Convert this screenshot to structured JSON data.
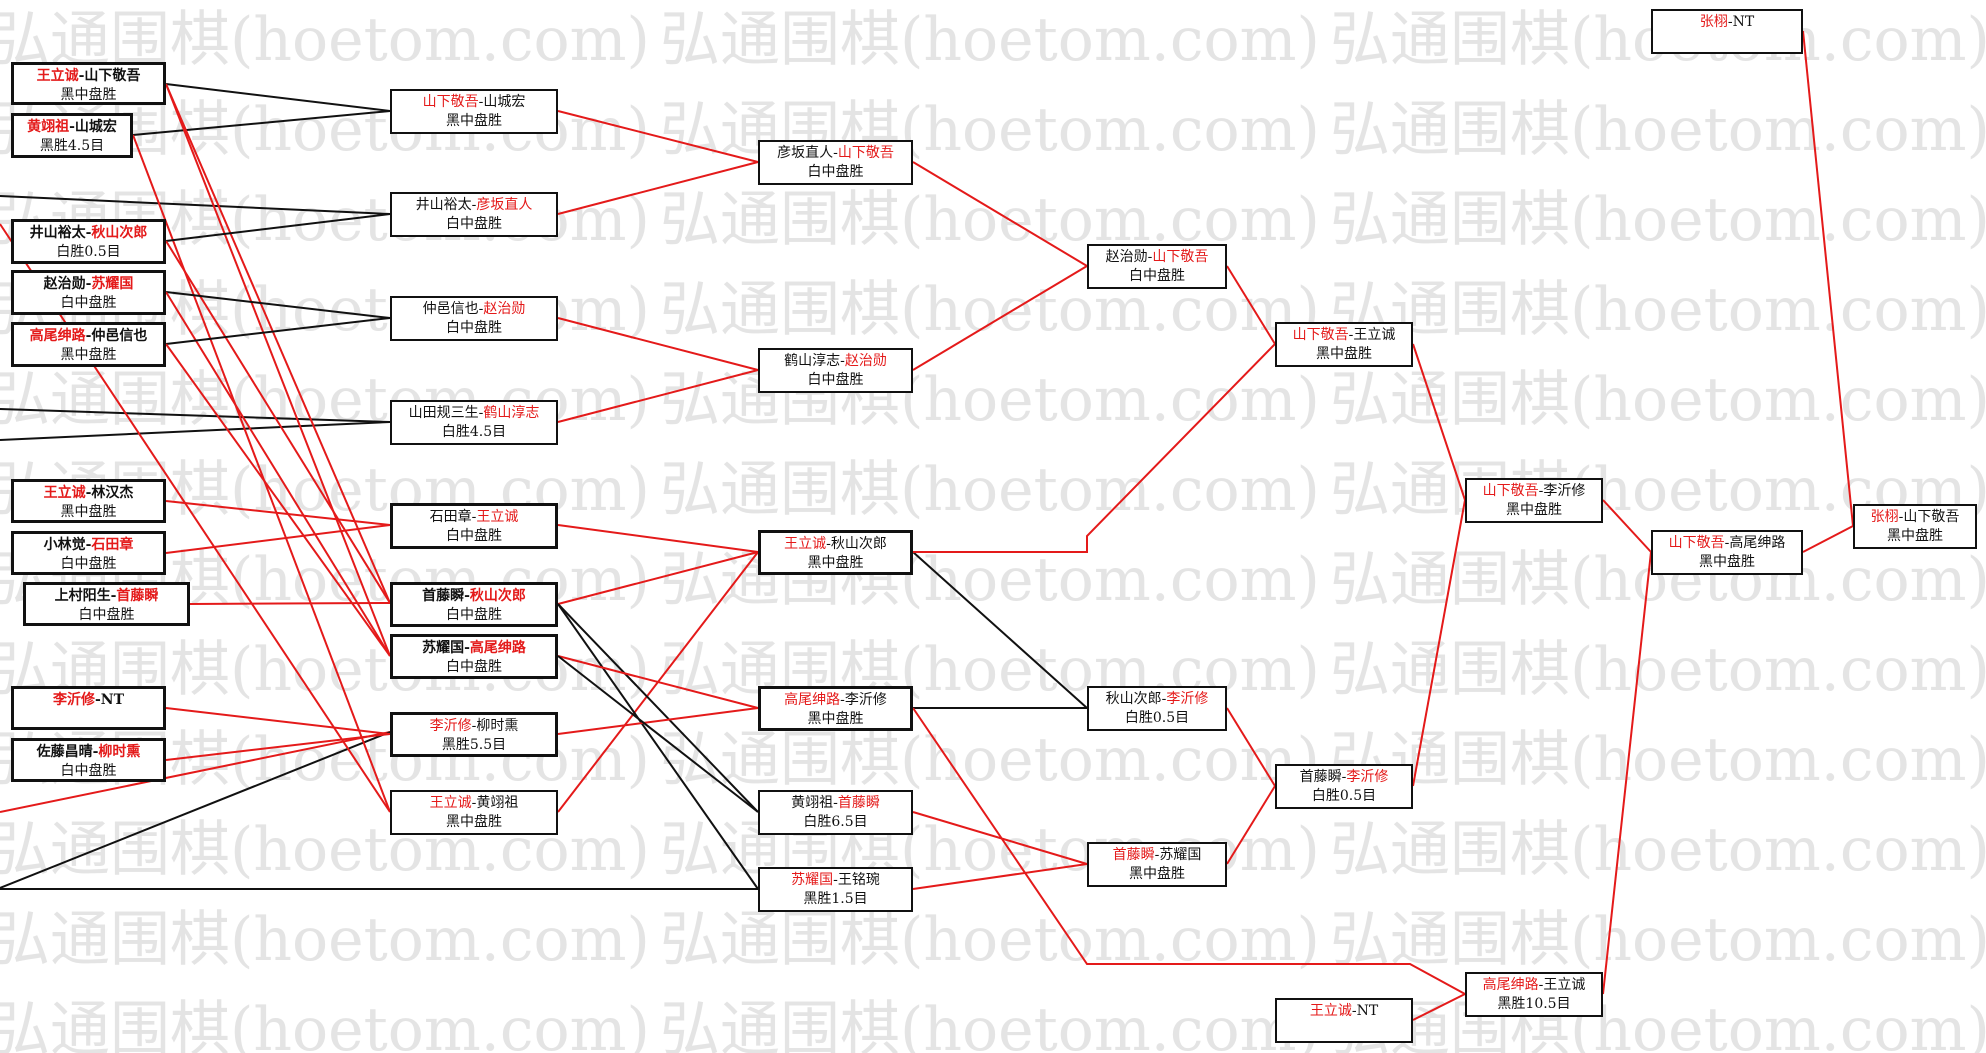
{
  "watermark": {
    "text": "弘通围棋(hoetom.com)"
  },
  "colors": {
    "winner": "#e41a1a",
    "line_red": "#e41a1a",
    "line_black": "#111111"
  },
  "matches": {
    "m1": {
      "p1": "王立诚",
      "sep": "-",
      "p2": "山下敬吾",
      "result": "黑中盘胜",
      "winner": 1
    },
    "m2": {
      "p1": "黄翊祖",
      "sep": "-",
      "p2": "山城宏",
      "result": "黑胜4.5目",
      "winner": 1
    },
    "m3": {
      "p1": "井山裕太",
      "sep": "-",
      "p2": "秋山次郎",
      "result": "白胜0.5目",
      "winner": 2
    },
    "m4": {
      "p1": "赵治勋",
      "sep": "-",
      "p2": "苏耀国",
      "result": "白中盘胜",
      "winner": 2
    },
    "m5": {
      "p1": "高尾绅路",
      "sep": "-",
      "p2": "仲邑信也",
      "result": "黑中盘胜",
      "winner": 1
    },
    "m6": {
      "p1": "王立诚",
      "sep": "-",
      "p2": "林汉杰",
      "result": "黑中盘胜",
      "winner": 1
    },
    "m7": {
      "p1": "小林觉",
      "sep": "-",
      "p2": "石田章",
      "result": "白中盘胜",
      "winner": 2
    },
    "m8": {
      "p1": "上村阳生",
      "sep": "-",
      "p2": "首藤瞬",
      "result": "白中盘胜",
      "winner": 2
    },
    "m9": {
      "p1": "李沂修",
      "sep": "-",
      "p2": "NT",
      "result": "",
      "winner": 1
    },
    "m10": {
      "p1": "佐藤昌晴",
      "sep": "-",
      "p2": "柳时熏",
      "result": "白中盘胜",
      "winner": 2
    },
    "n1": {
      "p1": "山下敬吾",
      "sep": "-",
      "p2": "山城宏",
      "result": "黑中盘胜",
      "winner": 1
    },
    "n2": {
      "p1": "井山裕太",
      "sep": "-",
      "p2": "彦坂直人",
      "result": "白中盘胜",
      "winner": 2
    },
    "n3": {
      "p1": "仲邑信也",
      "sep": "-",
      "p2": "赵治勋",
      "result": "白中盘胜",
      "winner": 2
    },
    "n4": {
      "p1": "山田规三生",
      "sep": "-",
      "p2": "鹤山淳志",
      "result": "白胜4.5目",
      "winner": 2
    },
    "n5": {
      "p1": "石田章",
      "sep": "-",
      "p2": "王立诚",
      "result": "白中盘胜",
      "winner": 2
    },
    "n6": {
      "p1": "首藤瞬",
      "sep": "-",
      "p2": "秋山次郎",
      "result": "白中盘胜",
      "winner": 2
    },
    "n7": {
      "p1": "苏耀国",
      "sep": "-",
      "p2": "高尾绅路",
      "result": "白中盘胜",
      "winner": 2
    },
    "n8": {
      "p1": "李沂修",
      "sep": "-",
      "p2": "柳时熏",
      "result": "黑胜5.5目",
      "winner": 1
    },
    "n9": {
      "p1": "王立诚",
      "sep": "-",
      "p2": "黄翊祖",
      "result": "黑中盘胜",
      "winner": 1
    },
    "o1": {
      "p1": "彦坂直人",
      "sep": "-",
      "p2": "山下敬吾",
      "result": "白中盘胜",
      "winner": 2
    },
    "o2": {
      "p1": "鹤山淳志",
      "sep": "-",
      "p2": "赵治勋",
      "result": "白中盘胜",
      "winner": 2
    },
    "o3": {
      "p1": "王立诚",
      "sep": "-",
      "p2": "秋山次郎",
      "result": "黑中盘胜",
      "winner": 1
    },
    "o4": {
      "p1": "高尾绅路",
      "sep": "-",
      "p2": "李沂修",
      "result": "黑中盘胜",
      "winner": 1
    },
    "o5": {
      "p1": "黄翊祖",
      "sep": "-",
      "p2": "首藤瞬",
      "result": "白胜6.5目",
      "winner": 2
    },
    "o6": {
      "p1": "苏耀国",
      "sep": "-",
      "p2": "王铭琬",
      "result": "黑胜1.5目",
      "winner": 1
    },
    "p1": {
      "p1": "赵治勋",
      "sep": "-",
      "p2": "山下敬吾",
      "result": "白中盘胜",
      "winner": 2
    },
    "p2": {
      "p1": "秋山次郎",
      "sep": "-",
      "p2": "李沂修",
      "result": "白胜0.5目",
      "winner": 2
    },
    "p3": {
      "p1": "首藤瞬",
      "sep": "-",
      "p2": "苏耀国",
      "result": "黑中盘胜",
      "winner": 1
    },
    "q1": {
      "p1": "山下敬吾",
      "sep": "-",
      "p2": "王立诚",
      "result": "黑中盘胜",
      "winner": 1
    },
    "q2": {
      "p1": "首藤瞬",
      "sep": "-",
      "p2": "李沂修",
      "result": "白胜0.5目",
      "winner": 2
    },
    "q3": {
      "p1": "王立诚",
      "sep": "-",
      "p2": "NT",
      "result": "",
      "winner": 1
    },
    "r1": {
      "p1": "山下敬吾",
      "sep": "-",
      "p2": "李沂修",
      "result": "黑中盘胜",
      "winner": 1
    },
    "r2": {
      "p1": "高尾绅路",
      "sep": "-",
      "p2": "王立诚",
      "result": "黑胜10.5目",
      "winner": 1
    },
    "s1": {
      "p1": "张栩",
      "sep": "-",
      "p2": "NT",
      "result": "",
      "winner": 1
    },
    "s2": {
      "p1": "山下敬吾",
      "sep": "-",
      "p2": "高尾绅路",
      "result": "黑中盘胜",
      "winner": 1
    },
    "t1": {
      "p1": "张栩",
      "sep": "-",
      "p2": "山下敬吾",
      "result": "黑中盘胜",
      "winner": 1
    }
  }
}
